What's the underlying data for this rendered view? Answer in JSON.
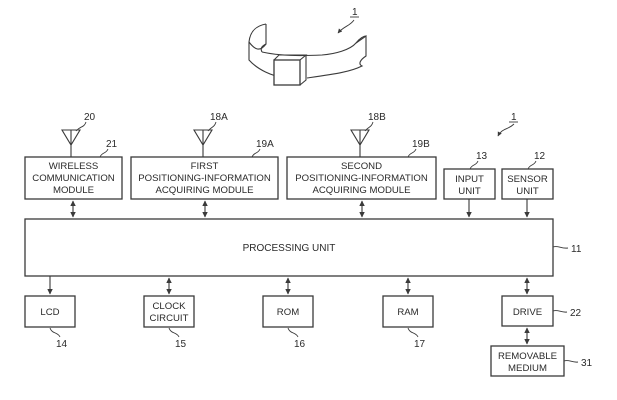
{
  "figure": {
    "device_ref": "1",
    "system_ref": "1"
  },
  "antennas": [
    {
      "id": "wireless",
      "ref": "20"
    },
    {
      "id": "first",
      "ref": "18A"
    },
    {
      "id": "second",
      "ref": "18B"
    }
  ],
  "top_blocks": [
    {
      "id": "wireless",
      "lines": [
        "WIRELESS",
        "COMMUNICATION",
        "MODULE"
      ],
      "ref": "21",
      "link": "bidirectional"
    },
    {
      "id": "first",
      "lines": [
        "FIRST",
        "POSITIONING-INFORMATION",
        "ACQUIRING MODULE"
      ],
      "ref": "19A",
      "link": "bidirectional"
    },
    {
      "id": "second",
      "lines": [
        "SECOND",
        "POSITIONING-INFORMATION",
        "ACQUIRING MODULE"
      ],
      "ref": "19B",
      "link": "bidirectional"
    },
    {
      "id": "input",
      "lines": [
        "INPUT",
        "UNIT"
      ],
      "ref": "13",
      "link": "to-processing"
    },
    {
      "id": "sensor",
      "lines": [
        "SENSOR",
        "UNIT"
      ],
      "ref": "12",
      "link": "to-processing"
    }
  ],
  "processing": {
    "label": "PROCESSING UNIT",
    "ref": "11"
  },
  "bottom_blocks": [
    {
      "id": "lcd",
      "lines": [
        "LCD"
      ],
      "ref": "14",
      "link": "from-processing"
    },
    {
      "id": "clock",
      "lines": [
        "CLOCK",
        "CIRCUIT"
      ],
      "ref": "15",
      "link": "bidirectional"
    },
    {
      "id": "rom",
      "lines": [
        "ROM"
      ],
      "ref": "16",
      "link": "bidirectional"
    },
    {
      "id": "ram",
      "lines": [
        "RAM"
      ],
      "ref": "17",
      "link": "bidirectional"
    },
    {
      "id": "drive",
      "lines": [
        "DRIVE"
      ],
      "ref": "22",
      "link": "bidirectional"
    }
  ],
  "removable": {
    "lines": [
      "REMOVABLE",
      "MEDIUM"
    ],
    "ref": "31",
    "link": "bidirectional"
  }
}
